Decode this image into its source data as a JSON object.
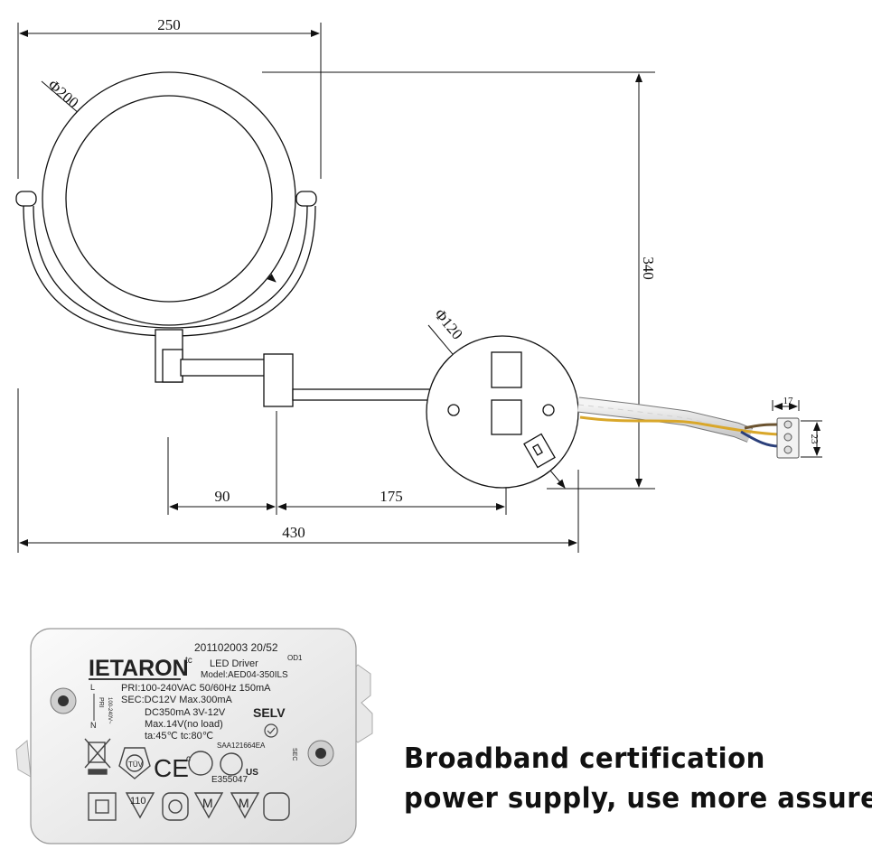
{
  "diagram": {
    "dimensions": {
      "overall_width": "250",
      "mirror_diameter": "Φ200",
      "overall_height": "340",
      "base_diameter": "Φ120",
      "terminal_width": "17",
      "terminal_height": "23",
      "arm_segment_1": "90",
      "arm_segment_2": "175",
      "total_length": "430"
    }
  },
  "driver_label": {
    "brand": "IETARON",
    "brand_suffix": "tc",
    "serial": "201102003 20/52",
    "serial_sub": "OD1",
    "product": "LED Driver",
    "model": "Model:AED04-350ILS",
    "pri": "PRI:100-240VAC 50/60Hz 150mA",
    "sec": "SEC:DC12V  Max.300mA",
    "dc": "DC350mA  3V-12V",
    "selv": "SELV",
    "max_v": "Max.14V(no load)",
    "temps": "ta:45℃  tc:80℃",
    "saa": "SAA121664EA",
    "e_number": "E355047",
    "tuv": "TÜV",
    "ce": "CE",
    "us": "US",
    "c": "c",
    "symbol_110": "110",
    "symbol_m1": "M",
    "symbol_m2": "M",
    "pri_side": "PRI",
    "pri_side_sub": "100-240V~",
    "sec_side": "SEC",
    "l_mark": "L",
    "n_mark": "N"
  },
  "caption": {
    "line1": "Broadband certification",
    "line2": "power supply, use more assured"
  }
}
